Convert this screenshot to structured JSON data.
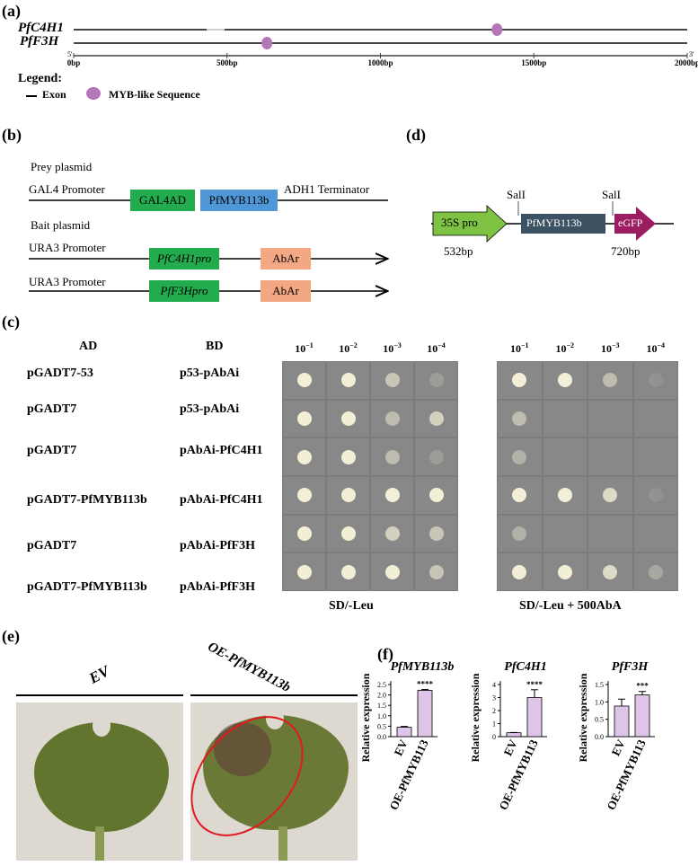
{
  "panel_a": {
    "label": "(a)",
    "genes": [
      "PfC4H1",
      "PfF3H"
    ],
    "five_prime": "5'",
    "three_prime": "3'",
    "ticks": [
      "0bp",
      "500bp",
      "1000bp",
      "1500bp",
      "2000bp"
    ],
    "tick_values": [
      0,
      500,
      1000,
      1500,
      2000
    ],
    "motif_positions_bp": [
      1380,
      630
    ],
    "legend_title": "Legend:",
    "legend_exon": "Exon",
    "legend_myb": "MYB-like Sequence",
    "colors": {
      "motif": "#b476b8",
      "line": "#444444"
    }
  },
  "panel_b": {
    "label": "(b)",
    "prey_title": "Prey plasmid",
    "prey_promoter": "GAL4 Promoter",
    "prey_box1": "GAL4AD",
    "prey_box2": "PfMYB113b",
    "prey_terminator": "ADH1 Terminator",
    "bait_title": "Bait plasmid",
    "bait1_promoter": "URA3 Promoter",
    "bait1_box": "PfC4H1pro",
    "bait1_reporter": "AbAr",
    "bait2_promoter": "URA3 Promoter",
    "bait2_box": "PfF3Hpro",
    "bait2_reporter": "AbAr",
    "colors": {
      "green": "#22ac4e",
      "blue": "#4f97d6",
      "salmon": "#f3a884"
    }
  },
  "panel_d": {
    "label": "(d)",
    "site1": "SalI",
    "site2": "SalI",
    "pro": "35S pro",
    "gene": "PfMYB113b",
    "tag": "eGFP",
    "size1": "532bp",
    "size2": "720bp",
    "colors": {
      "pro": "#7dc243",
      "gene": "#3c5161",
      "tag": "#9c1d62"
    }
  },
  "panel_c": {
    "label": "(c)",
    "col_ad": "AD",
    "col_bd": "BD",
    "dilutions": [
      "10-1",
      "10-2",
      "10-3",
      "10-4"
    ],
    "rows": [
      {
        "ad": "pGADT7-53",
        "bd": "p53-pAbAi"
      },
      {
        "ad": "pGADT7",
        "bd": "p53-pAbAi"
      },
      {
        "ad": "pGADT7",
        "bd": "pAbAi-PfC4H1"
      },
      {
        "ad": "pGADT7-PfMYB113b",
        "bd": "pAbAi-PfC4H1"
      },
      {
        "ad": "pGADT7",
        "bd": "pAbAi-PfF3H"
      },
      {
        "ad": "pGADT7-PfMYB113b",
        "bd": "pAbAi-PfF3H"
      }
    ],
    "plate1_caption": "SD/-Leu",
    "plate2_caption": "SD/-Leu + 500AbA",
    "plate1_growth": [
      [
        1,
        1,
        0.6,
        0.2
      ],
      [
        1,
        1,
        0.5,
        0.7
      ],
      [
        1,
        1,
        0.5,
        0.2
      ],
      [
        1,
        1,
        1,
        1
      ],
      [
        1,
        1,
        0.7,
        0.6
      ],
      [
        1,
        1,
        1,
        0.6
      ]
    ],
    "plate2_growth": [
      [
        1,
        1,
        0.5,
        0.1
      ],
      [
        0.5,
        0,
        0,
        0
      ],
      [
        0.4,
        0,
        0,
        0
      ],
      [
        1,
        1,
        0.8,
        0.1
      ],
      [
        0.4,
        0,
        0,
        0
      ],
      [
        1,
        1,
        0.8,
        0.3
      ]
    ]
  },
  "panel_e": {
    "label": "(e)",
    "ev": "EV",
    "oe": "OE-PfMYB113b"
  },
  "panel_f": {
    "label": "(f)"
  },
  "chart_data": [
    {
      "type": "bar",
      "title": "PfMYB113b",
      "categories": [
        "EV",
        "OE-PfMYB113"
      ],
      "values": [
        0.45,
        2.22
      ],
      "errors": [
        0.04,
        0.04
      ],
      "ylabel": "Relative expression",
      "ylim": [
        0,
        2.5
      ],
      "yticks": [
        "0.0",
        "0.5",
        "1.0",
        "1.5",
        "2.0",
        "2.5"
      ],
      "yvals": [
        0,
        0.5,
        1,
        1.5,
        2,
        2.5
      ],
      "significance": "****"
    },
    {
      "type": "bar",
      "title": "PfC4H1",
      "categories": [
        "EV",
        "OE-PfMYB113"
      ],
      "values": [
        0.3,
        3.0
      ],
      "errors": [
        0.02,
        0.6
      ],
      "ylabel": "Relative expression",
      "ylim": [
        0,
        4
      ],
      "yticks": [
        "0",
        "1",
        "2",
        "3",
        "4"
      ],
      "yvals": [
        0,
        1,
        2,
        3,
        4
      ],
      "significance": "****"
    },
    {
      "type": "bar",
      "title": "PfF3H",
      "categories": [
        "EV",
        "OE-PfMYB113"
      ],
      "values": [
        0.88,
        1.2
      ],
      "errors": [
        0.2,
        0.1
      ],
      "ylabel": "Relative expression",
      "ylim": [
        0,
        1.5
      ],
      "yticks": [
        "0.0",
        "0.5",
        "1.0",
        "1.5"
      ],
      "yvals": [
        0,
        0.5,
        1,
        1.5
      ],
      "significance": "***"
    }
  ]
}
